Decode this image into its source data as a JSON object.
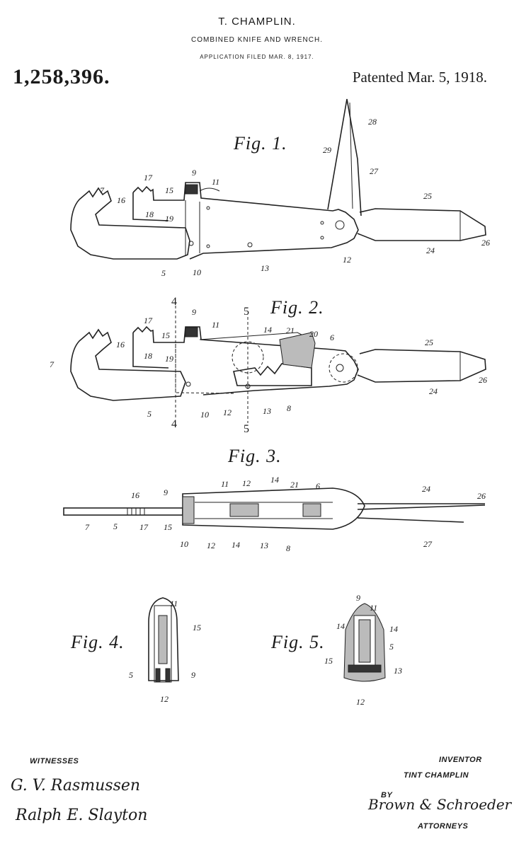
{
  "header": {
    "inventor_name": "T. CHAMPLIN.",
    "title": "COMBINED KNIFE AND WRENCH.",
    "filed": "APPLICATION FILED MAR. 8, 1917.",
    "patent_number": "1,258,396.",
    "patented": "Patented Mar. 5, 1918."
  },
  "figures": {
    "fig1": "Fig. 1.",
    "fig2": "Fig. 2.",
    "fig3": "Fig. 3.",
    "fig4": "Fig. 4.",
    "fig5": "Fig. 5."
  },
  "refs": [
    "5",
    "6",
    "7",
    "8",
    "9",
    "10",
    "11",
    "12",
    "13",
    "14",
    "15",
    "16",
    "17",
    "18",
    "19",
    "20",
    "21",
    "24",
    "25",
    "26",
    "27",
    "28",
    "29"
  ],
  "section_marks": [
    "4",
    "5"
  ],
  "footer": {
    "witnesses_label": "WITNESSES",
    "witness_1": "G. V. Rasmussen",
    "witness_2": "Ralph E. Slayton",
    "inventor_label": "INVENTOR",
    "inventor": "TINT CHAMPLIN",
    "by": "BY",
    "attorney_signature": "Brown & Schroeder",
    "attorneys_label": "ATTORNEYS"
  }
}
